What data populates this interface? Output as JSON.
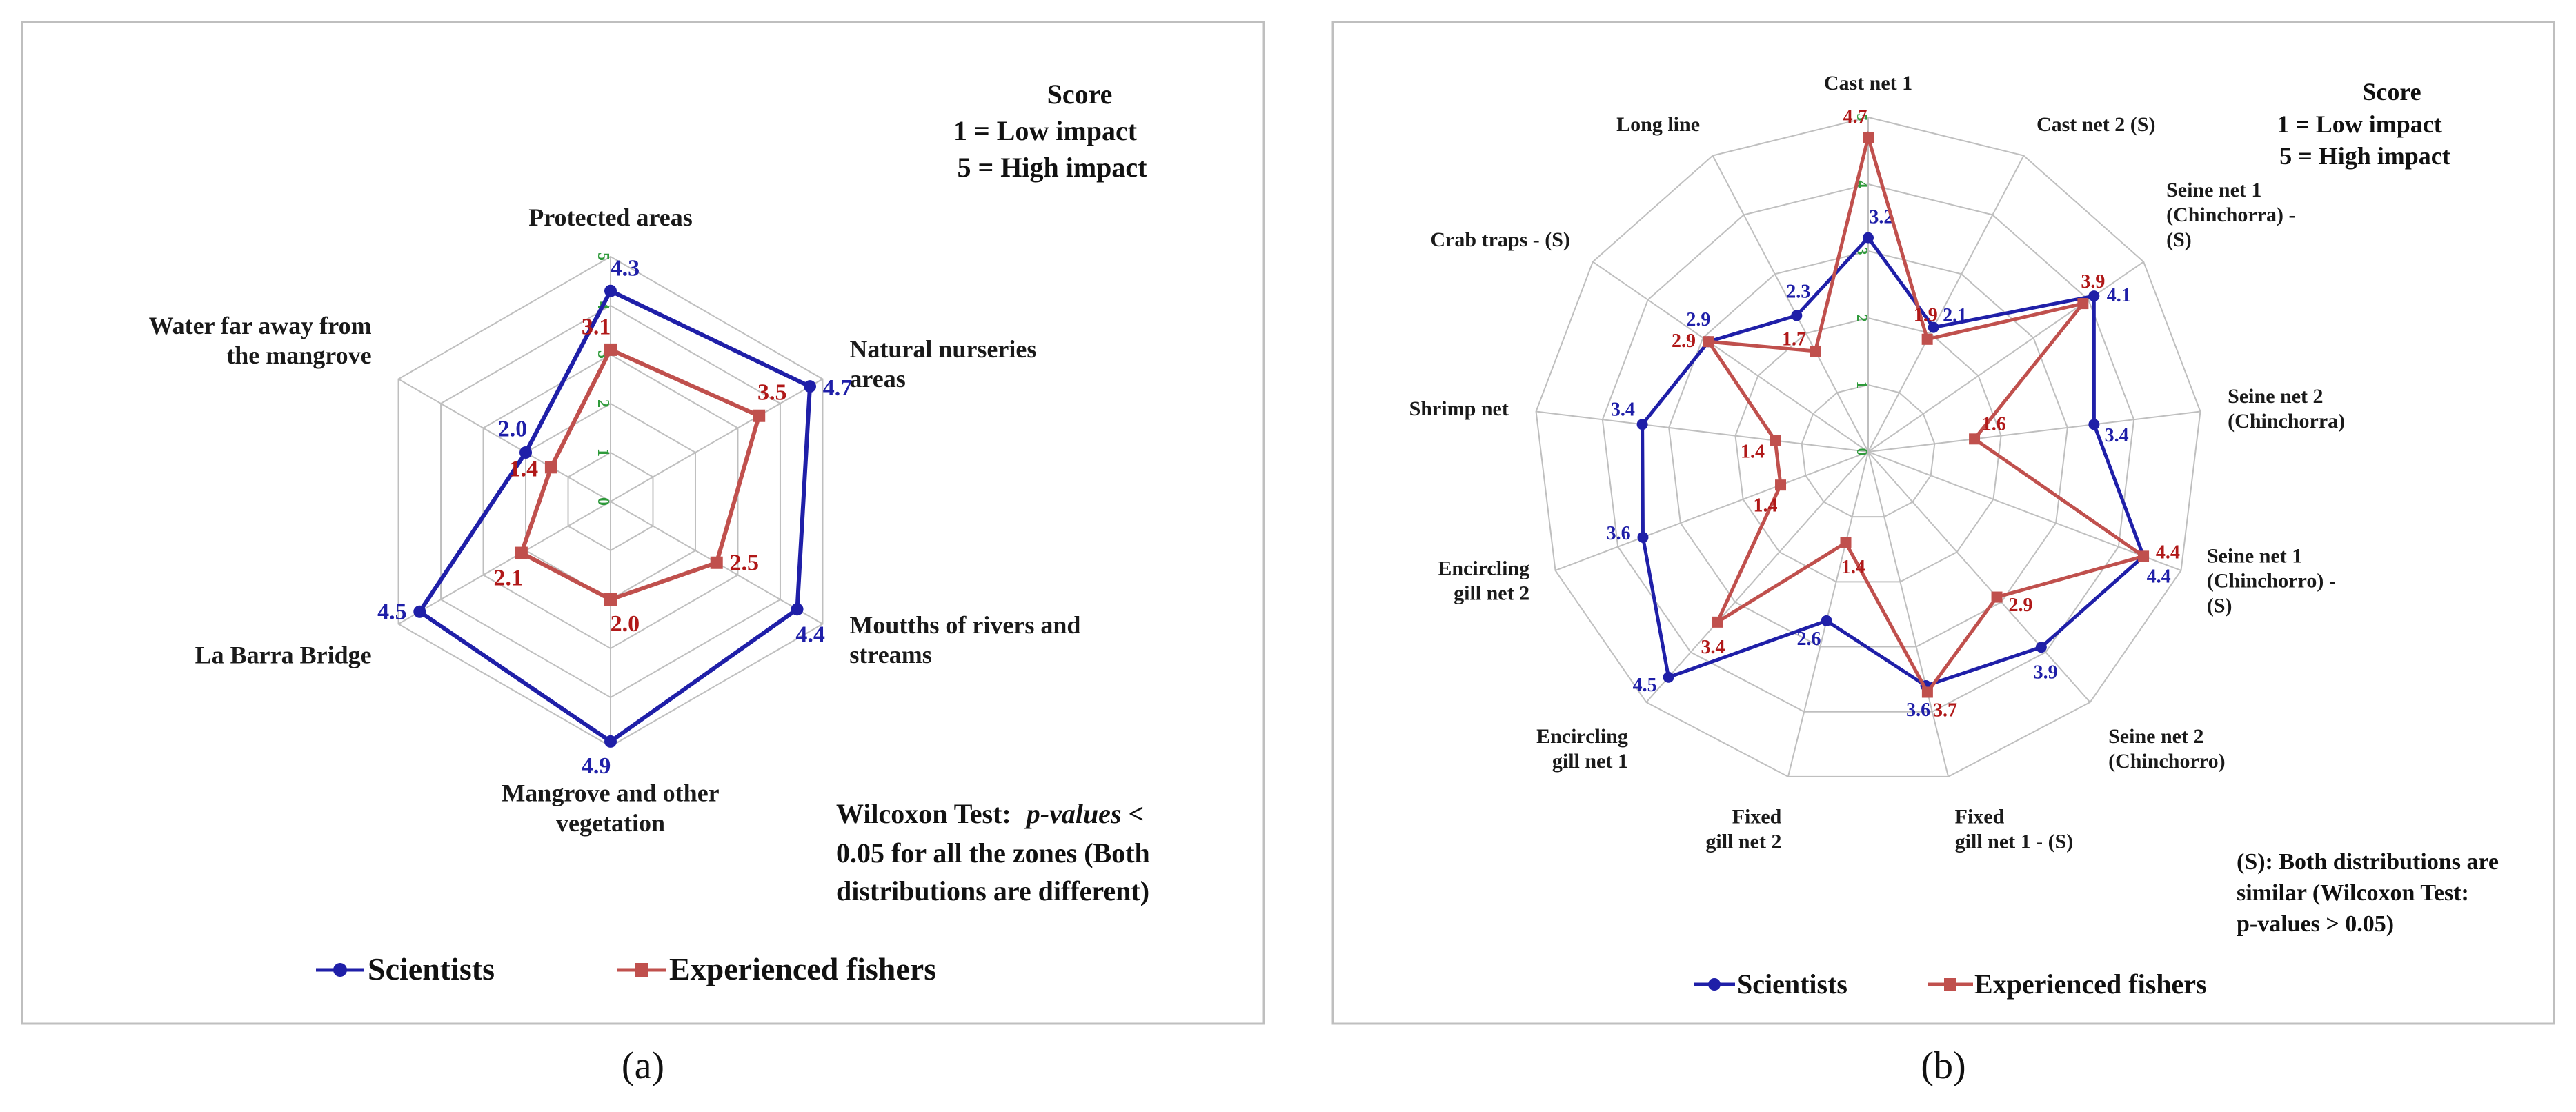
{
  "panel_a": {
    "score": {
      "title": "Score",
      "low": "1 = Low impact",
      "high": "5 = High impact"
    },
    "wilcoxon": {
      "prefix": "Wilcoxon Test:",
      "italic": "p-values",
      "suffix": "<",
      "line2": "0.05 for all the zones (Both",
      "line3": "distributions are different)"
    },
    "caption": "(a)"
  },
  "panel_b": {
    "score": {
      "title": "Score",
      "low": "1 = Low impact",
      "high": "5 = High impact"
    },
    "note": {
      "line1": "(S): Both distributions are",
      "line2": "similar (Wilcoxon Test:",
      "line3": "p-values > 0.05)"
    },
    "caption": "(b)"
  },
  "legend": {
    "scientists": "Scientists",
    "fishers": "Experienced fishers"
  },
  "colors": {
    "scientists": "#1f1fa8",
    "fishers": "#c0504d",
    "grid": "#bfbfbf",
    "tick": "#2e9a3a"
  },
  "chart_data": [
    {
      "type": "radar",
      "rlim": [
        0,
        5
      ],
      "ticks": [
        "0",
        "1",
        "2",
        "3",
        "4",
        "5"
      ],
      "axes": [
        {
          "lines": [
            "Protected areas"
          ]
        },
        {
          "lines": [
            "Natural nurseries",
            "areas"
          ]
        },
        {
          "lines": [
            "Moutths of rivers and",
            "streams"
          ]
        },
        {
          "lines": [
            "Mangrove and other",
            "vegetation"
          ]
        },
        {
          "lines": [
            "La Barra Bridge"
          ]
        },
        {
          "lines": [
            "Water far away from",
            "the mangrove"
          ]
        }
      ],
      "series": [
        {
          "name": "Scientists",
          "values": [
            4.3,
            4.7,
            4.4,
            4.9,
            4.5,
            2.0
          ],
          "labels": [
            "4.3",
            "4.7",
            "4.4",
            "4.9",
            "4.5",
            "2.0"
          ]
        },
        {
          "name": "Experienced fishers",
          "values": [
            3.1,
            3.5,
            2.5,
            2.0,
            2.1,
            1.4
          ],
          "labels": [
            "3.1",
            "3.5",
            "2.5",
            "2.0",
            "2.1",
            "1.4"
          ]
        }
      ]
    },
    {
      "type": "radar",
      "rlim": [
        0,
        5
      ],
      "ticks": [
        "0",
        "1",
        "2",
        "3",
        "4",
        "5"
      ],
      "axes": [
        {
          "lines": [
            "Cast net 1"
          ]
        },
        {
          "lines": [
            "Cast net 2 (S)"
          ]
        },
        {
          "lines": [
            "Seine net 1",
            "(Chinchorra) -",
            "(S)"
          ]
        },
        {
          "lines": [
            "Seine net 2",
            "(Chinchorra)"
          ]
        },
        {
          "lines": [
            "Seine net 1",
            "(Chinchorro) -",
            "(S)"
          ]
        },
        {
          "lines": [
            "Seine net 2",
            "(Chinchorro)"
          ]
        },
        {
          "lines": [
            "Fixed",
            "gill net 1 - (S)"
          ]
        },
        {
          "lines": [
            "Fixed",
            "gill net 2"
          ]
        },
        {
          "lines": [
            "Encircling",
            "gill net 1"
          ]
        },
        {
          "lines": [
            "Encircling",
            "gill net 2"
          ]
        },
        {
          "lines": [
            "Shrimp net"
          ]
        },
        {
          "lines": [
            "Crab traps - (S)"
          ]
        },
        {
          "lines": [
            "Long line"
          ]
        }
      ],
      "series": [
        {
          "name": "Scientists",
          "values": [
            3.2,
            2.1,
            4.1,
            3.4,
            4.4,
            3.9,
            3.6,
            2.6,
            4.5,
            3.6,
            3.4,
            2.9,
            2.3
          ],
          "labels": [
            "3.2",
            "2.1",
            "4.1",
            "3.4",
            "4.4",
            "3.9",
            "3.6",
            "2.6",
            "4.5",
            "3.6",
            "3.4",
            "2.9",
            "2.3"
          ]
        },
        {
          "name": "Experienced fishers",
          "values": [
            4.7,
            1.9,
            3.9,
            1.6,
            4.4,
            2.9,
            3.7,
            1.4,
            3.4,
            1.4,
            1.4,
            2.9,
            1.7
          ],
          "labels": [
            "4.7",
            "1.9",
            "3.9",
            "1.6",
            "4.4",
            "2.9",
            "3.7",
            "1.4",
            "3.4",
            "1.4",
            "1.4",
            "2.9",
            "1.7"
          ]
        }
      ]
    }
  ]
}
